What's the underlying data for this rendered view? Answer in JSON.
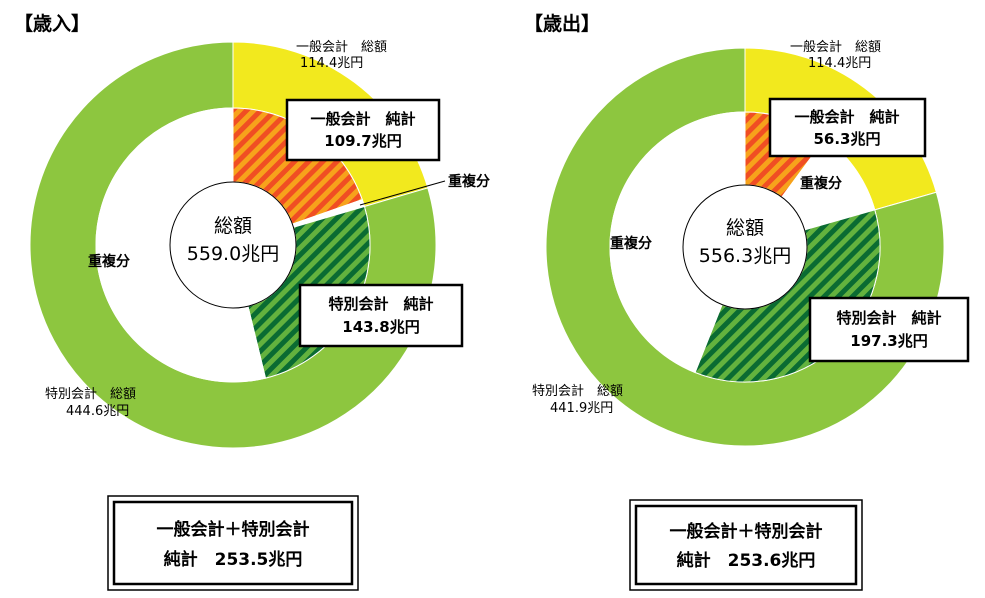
{
  "chart_data": [
    {
      "type": "pie",
      "title": "【歳入】",
      "center": {
        "label": "総額",
        "value": "559.0兆円"
      },
      "outer_ring": [
        {
          "name": "一般会計　総額",
          "value": 114.4,
          "display": "114.4兆円",
          "color": "#f2e91e"
        },
        {
          "name": "特別会計　総額",
          "value": 444.6,
          "display": "444.6兆円",
          "color": "#8dc63f"
        }
      ],
      "inner_ring": [
        {
          "name": "一般会計　純計",
          "value": 109.7,
          "display": "109.7兆円",
          "color": "#f36f21",
          "pattern": "hatch-orange",
          "boxed": true
        },
        {
          "name": "重複分",
          "value": 4.7,
          "display": "",
          "color": "#ffffff"
        },
        {
          "name": "特別会計　純計",
          "value": 143.8,
          "display": "143.8兆円",
          "color": "#0f7b3a",
          "pattern": "hatch-green",
          "boxed": true
        },
        {
          "name": "重複分",
          "value": 300.8,
          "display": "",
          "color": "#ffffff"
        }
      ],
      "summary": {
        "line1": "一般会計＋特別会計",
        "line2": "純計　253.5兆円"
      }
    },
    {
      "type": "pie",
      "title": "【歳出】",
      "center": {
        "label": "総額",
        "value": "556.3兆円"
      },
      "outer_ring": [
        {
          "name": "一般会計　総額",
          "value": 114.4,
          "display": "114.4兆円",
          "color": "#f2e91e"
        },
        {
          "name": "特別会計　総額",
          "value": 441.9,
          "display": "441.9兆円",
          "color": "#8dc63f"
        }
      ],
      "inner_ring": [
        {
          "name": "一般会計　純計",
          "value": 56.3,
          "display": "56.3兆円",
          "color": "#f36f21",
          "pattern": "hatch-orange",
          "boxed": true
        },
        {
          "name": "重複分",
          "value": 58.1,
          "display": "",
          "color": "#ffffff"
        },
        {
          "name": "特別会計　純計",
          "value": 197.3,
          "display": "197.3兆円",
          "color": "#0f7b3a",
          "pattern": "hatch-green",
          "boxed": true
        },
        {
          "name": "重複分",
          "value": 244.6,
          "display": "",
          "color": "#ffffff"
        }
      ],
      "summary": {
        "line1": "一般会計＋特別会計",
        "line2": "純計　253.6兆円"
      }
    }
  ],
  "labels": {
    "overlap": "重複分"
  }
}
